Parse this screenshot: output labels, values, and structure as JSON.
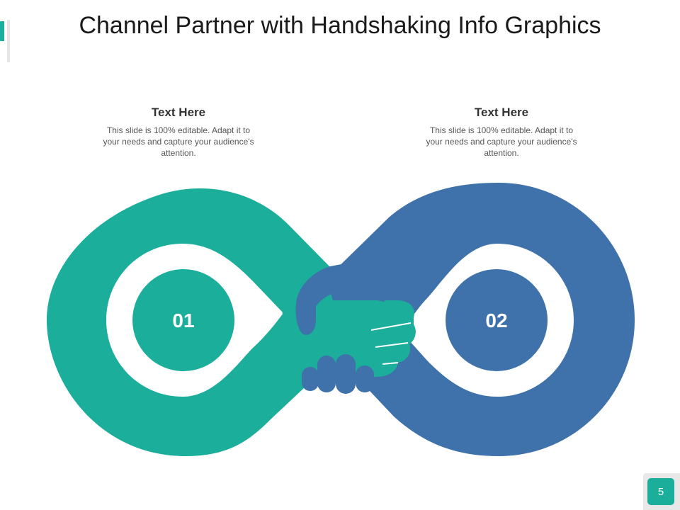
{
  "title": "Channel Partner with Handshaking Info Graphics",
  "colors": {
    "teal": "#1aae9b",
    "blue": "#3f72aa",
    "white": "#ffffff"
  },
  "items": [
    {
      "number": "01",
      "heading": "Text Here",
      "body": "This slide is 100% editable. Adapt it to your needs and capture your audience's attention."
    },
    {
      "number": "02",
      "heading": "Text Here",
      "body": "This slide is 100% editable. Adapt it to your needs and capture your audience's attention."
    }
  ],
  "center_icon": "handshake-icon",
  "page_number": "5"
}
